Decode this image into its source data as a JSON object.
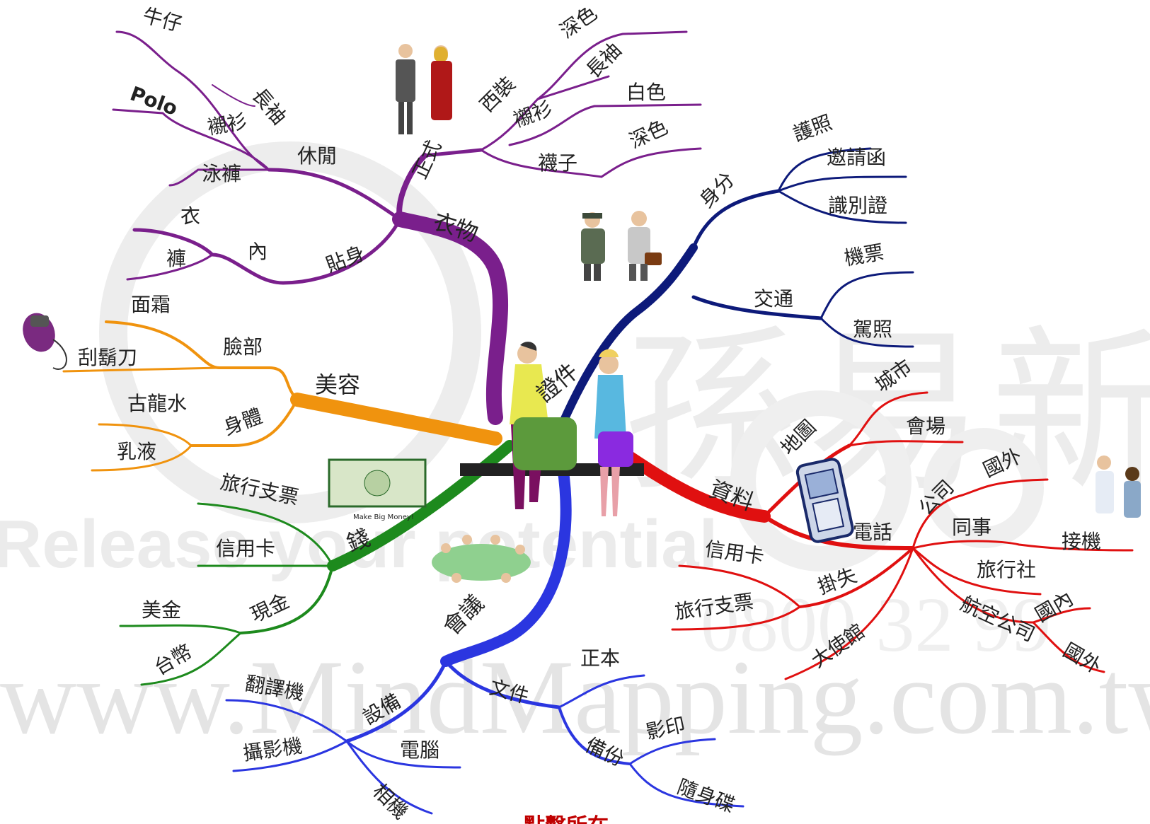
{
  "watermark": {
    "chars": "孫易新",
    "slogan": "Release your potential",
    "url": "www.MindMapping.com.tw",
    "phone": "0800 32 99"
  },
  "colors": {
    "clothes": "#7a1f8c",
    "id": "#0d1a7a",
    "beauty": "#f0930e",
    "money": "#1d8a1d",
    "meeting": "#2b36e0",
    "info": "#e01010"
  },
  "map": {
    "center": "證件",
    "clothes": {
      "label": "衣物",
      "formal": {
        "label": "正式",
        "suit": "西裝",
        "suit_dark": "深色",
        "shirt": "襯衫",
        "shirt_long": "長袖",
        "shirt_white": "白色",
        "socks": "襪子",
        "socks_dark": "深色"
      },
      "casual": {
        "label": "休閒",
        "shirt": "襯衫",
        "long": "長袖",
        "jeans": "牛仔",
        "polo": "Polo",
        "swim": "泳褲"
      },
      "under": {
        "label": "貼身",
        "inner": "內",
        "top": "衣",
        "pants": "褲"
      }
    },
    "id": {
      "identity": {
        "label": "身分",
        "passport": "護照",
        "invite": "邀請函",
        "idcard": "識別證"
      },
      "transport": {
        "label": "交通",
        "ticket": "機票",
        "license": "駕照"
      }
    },
    "beauty": {
      "label": "美容",
      "face": {
        "label": "臉部",
        "cream": "面霜",
        "razor": "刮鬍刀"
      },
      "body": {
        "label": "身體",
        "cologne": "古龍水",
        "lotion": "乳液"
      }
    },
    "money": {
      "label": "錢",
      "cheque": "旅行支票",
      "card": "信用卡",
      "cash": {
        "label": "現金",
        "usd": "美金",
        "twd": "台幣"
      }
    },
    "meeting": {
      "label": "會議",
      "equip": {
        "label": "設備",
        "translator": "翻譯機",
        "projector": "攝影機",
        "pc": "電腦",
        "camera": "相機"
      },
      "docs": {
        "label": "文件",
        "original": "正本",
        "backup": "備份",
        "copy": "影印",
        "usb": "隨身碟"
      }
    },
    "info": {
      "label": "資料",
      "map": {
        "label": "地圖",
        "city": "城市",
        "venue": "會場"
      },
      "phone": {
        "label": "電話",
        "company": {
          "label": "公司",
          "abroad": "國外"
        },
        "colleague": {
          "label": "同事",
          "pickup": "接機"
        },
        "agency": "旅行社",
        "airline": {
          "label": "航空公司",
          "domestic": "國內",
          "abroad": "國外"
        },
        "lost": {
          "label": "掛失",
          "card": "信用卡",
          "cheque": "旅行支票"
        },
        "embassy": "大使館"
      }
    }
  },
  "footer": "點擊所在"
}
